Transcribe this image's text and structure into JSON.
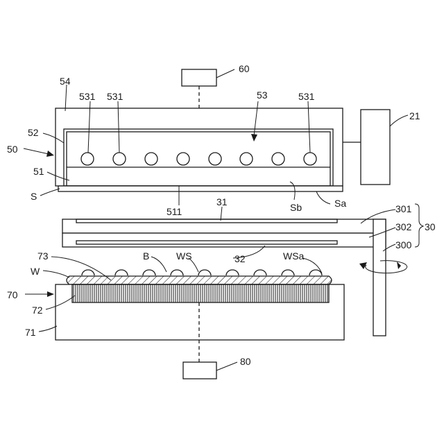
{
  "labels": {
    "l60": "60",
    "l54": "54",
    "l531a": "531",
    "l531b": "531",
    "l53": "53",
    "l531c": "531",
    "l21": "21",
    "l52": "52",
    "l50": "50",
    "l51": "51",
    "lS": "S",
    "l511": "511",
    "lSb": "Sb",
    "lSa": "Sa",
    "l31": "31",
    "l301": "301",
    "l302": "302",
    "l30": "30",
    "l300": "300",
    "l32": "32",
    "l73": "73",
    "lB": "B",
    "lWS": "WS",
    "lWSa": "WSa",
    "lW": "W",
    "l70": "70",
    "l72": "72",
    "l71": "71",
    "l80": "80"
  },
  "colors": {
    "line": "#1a1a1a",
    "background": "#ffffff"
  }
}
